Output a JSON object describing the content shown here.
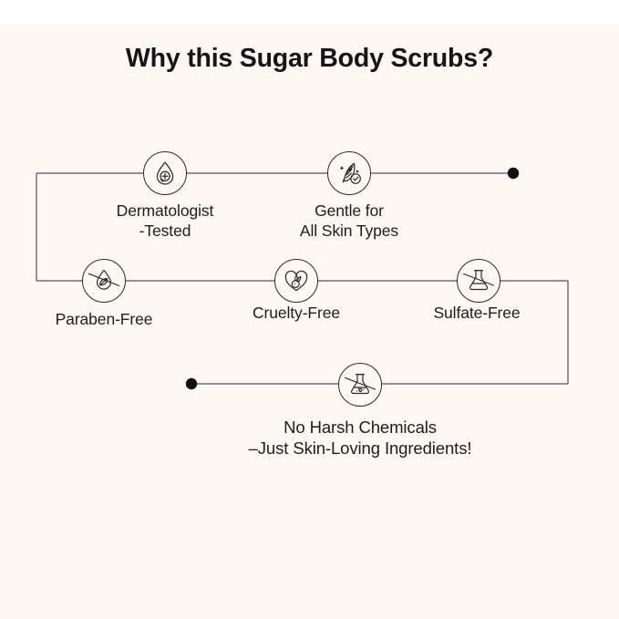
{
  "page": {
    "title": "Why this Sugar Body Scrubs?",
    "background_color": "#fdf8f4",
    "text_color": "#1d1d1d",
    "line_color": "#55525a",
    "icon_stroke_color": "#2a2a2a"
  },
  "features": [
    {
      "id": "dermatologist-tested",
      "icon": "droplet-plus-icon",
      "label": "Dermatologist\n-Tested"
    },
    {
      "id": "gentle-for-all-skin-types",
      "icon": "feather-check-icon",
      "label": "Gentle for\nAll Skin Types"
    },
    {
      "id": "paraben-free",
      "icon": "droplet-leaf-no-icon",
      "label": "Paraben-Free"
    },
    {
      "id": "cruelty-free",
      "icon": "heart-bunny-icon",
      "label": "Cruelty-Free"
    },
    {
      "id": "sulfate-free",
      "icon": "flask-no-icon",
      "label": "Sulfate-Free"
    },
    {
      "id": "no-harsh-chemicals",
      "icon": "flask-no-icon",
      "label": "No Harsh Chemicals\n–Just Skin-Loving Ingredients!"
    }
  ]
}
